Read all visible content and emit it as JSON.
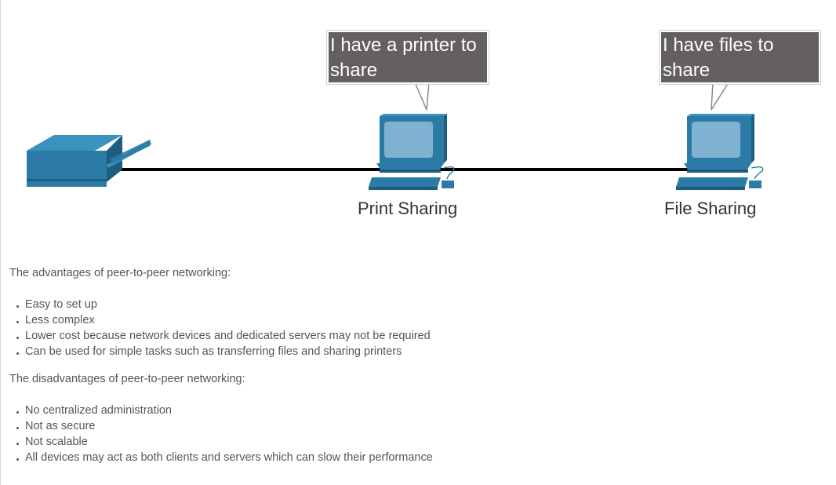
{
  "diagram": {
    "bubbles": [
      "I have a printer to share",
      "I have files to share"
    ],
    "nodes": [
      {
        "label": "Print Sharing"
      },
      {
        "label": "File Sharing"
      }
    ],
    "colors": {
      "device_blue": "#2b7ba6",
      "device_dark": "#1c5d80",
      "device_light": "#3a92bf",
      "screen": "#7fb2d1",
      "bubble_bg": "#646060",
      "cable": "#000000"
    },
    "icons": [
      "printer-icon",
      "computer-icon",
      "computer-icon"
    ]
  },
  "content": {
    "advantages_intro": "The advantages of peer-to-peer networking:",
    "advantages": [
      "Easy to set up",
      "Less complex",
      "Lower cost because network devices and dedicated servers may not be required",
      "Can be used for simple tasks such as transferring files and sharing printers"
    ],
    "disadvantages_intro": "The disadvantages of peer-to-peer networking:",
    "disadvantages": [
      "No centralized administration",
      "Not as secure",
      "Not scalable",
      "All devices may act as both clients and servers which can slow their performance"
    ]
  }
}
